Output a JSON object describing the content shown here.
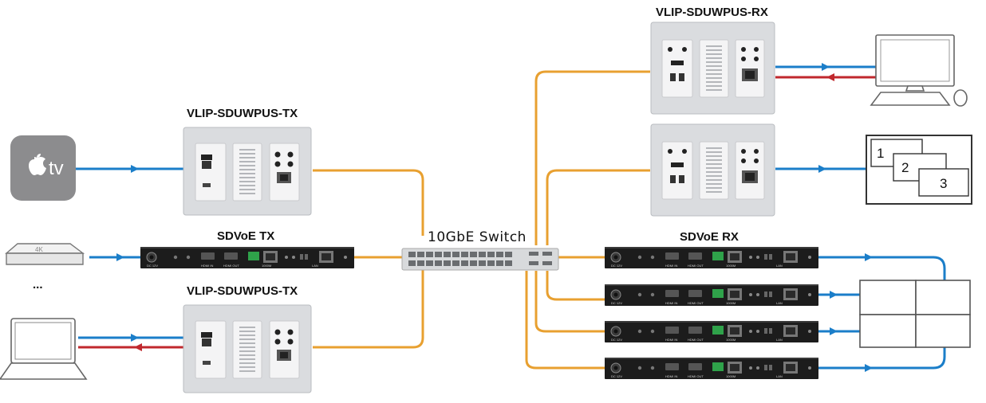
{
  "labels": {
    "tx_top": "VLIP-SDUWPUS-TX",
    "tx_bottom": "VLIP-SDUWPUS-TX",
    "rx_top": "VLIP-SDUWPUS-RX",
    "sdvoe_tx": "SDVoE TX",
    "sdvoe_rx": "SDVoE RX",
    "switch": "10GbE Switch"
  },
  "sources": {
    "apple_tv_text": "tv",
    "box_badge": "4K",
    "ellipsis": "..."
  },
  "multiview": {
    "windows": [
      "1",
      "2",
      "3"
    ]
  },
  "colors": {
    "fiber": "#e8a030",
    "hdmi_in": "#1b7ec9",
    "usb_back": "#c0282d",
    "device_dark": "#1c1c1c",
    "wallplate": "#d9dbde"
  }
}
